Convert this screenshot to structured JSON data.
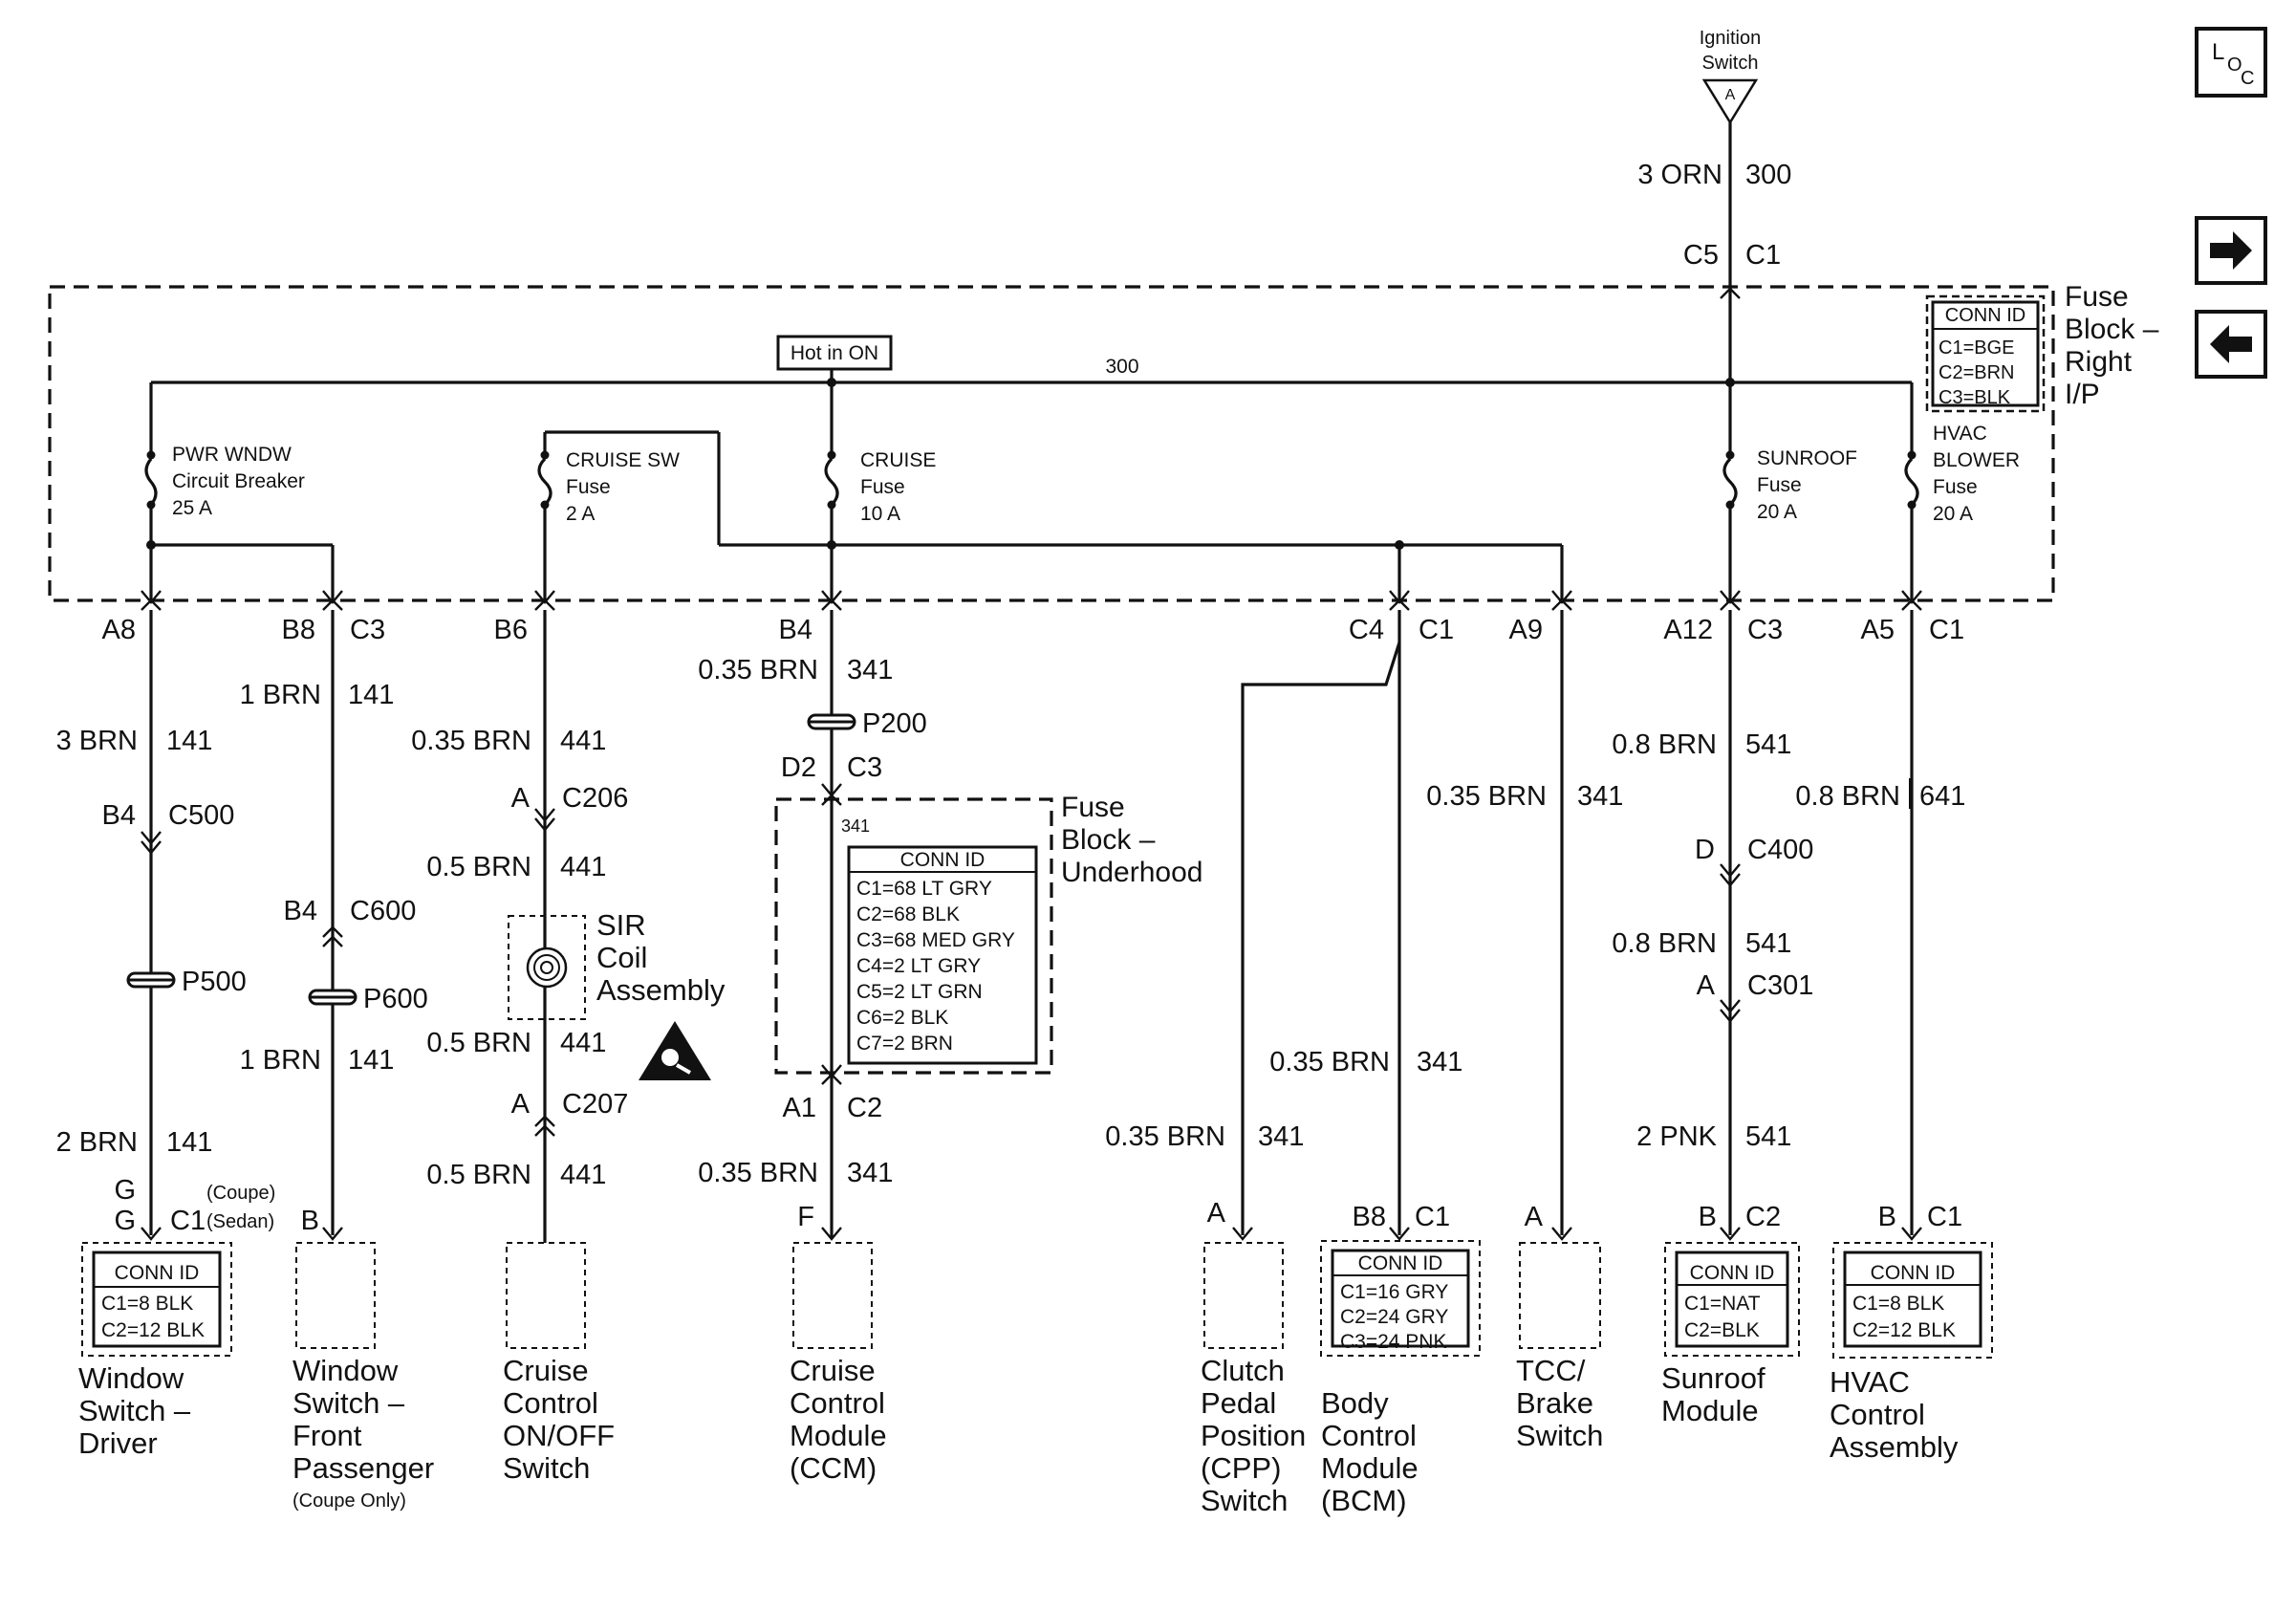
{
  "ignition": {
    "line1": "Ignition",
    "line2": "Switch",
    "pin": "A"
  },
  "wires": {
    "ign_size": "3 ORN",
    "ign_circuit": "300",
    "bus_circuit": "300",
    "a8_size": "3 BRN",
    "a8_circuit": "141",
    "a8_low_size": "2 BRN",
    "a8_low_circuit": "141",
    "b8_size": "1 BRN",
    "b8_circuit": "141",
    "b8_low_size": "1 BRN",
    "b8_low_circuit": "141",
    "b6_size": "0.35 BRN",
    "b6_circuit": "441",
    "b6_mid_size": "0.5 BRN",
    "b6_mid_circuit": "441",
    "b6_coil_size": "0.5 BRN",
    "b6_coil_circuit": "441",
    "b6_low_size": "0.5 BRN",
    "b6_low_circuit": "441",
    "b4_size": "0.35 BRN",
    "b4_circuit": "341",
    "uh_inner_circuit": "341",
    "ccm_size": "0.35 BRN",
    "ccm_circuit": "341",
    "cpp_size": "0.35 BRN",
    "cpp_circuit": "341",
    "bcm_size": "0.35 BRN",
    "bcm_circuit": "341",
    "tcc_size": "0.35 BRN",
    "tcc_circuit": "341",
    "sun_size": "0.8 BRN",
    "sun_circuit": "541",
    "sun_mid_size": "0.8 BRN",
    "sun_mid_circuit": "541",
    "sun_low_size": "2 PNK",
    "sun_low_circuit": "541",
    "hvac_size": "0.8 BRN",
    "hvac_circuit": "641"
  },
  "connectors": {
    "top_c5": "C5",
    "top_c1": "C1",
    "a8": "A8",
    "b8": "B8",
    "c3": "C3",
    "b6": "B6",
    "b4": "B4",
    "c4": "C4",
    "c4_c1": "C1",
    "a9": "A9",
    "a12": "A12",
    "a12_c3": "C3",
    "a5": "A5",
    "a5_c1": "C1",
    "c500_pin": "B4",
    "c500": "C500",
    "c600_pin": "B4",
    "c600": "C600",
    "c206_pin": "A",
    "c206": "C206",
    "c207_pin": "A",
    "c207": "C207",
    "d2": "D2",
    "d2_c3": "C3",
    "a1": "A1",
    "a1_c2": "C2",
    "ccm_pin": "F",
    "c400_pin": "D",
    "c400": "C400",
    "c301_pin": "A",
    "c301": "C301",
    "wd_pin1": "G",
    "wd_pin2": "G",
    "wd_c1": "C1",
    "wd_coupe": "(Coupe)",
    "wd_sedan": "(Sedan)",
    "wp_pin": "B",
    "cpp_pin": "A",
    "bcm_pin": "B8",
    "bcm_c1": "C1",
    "tcc_pin": "A",
    "sun_pin": "B",
    "sun_c2": "C2",
    "hvac_pin": "B",
    "hvac_c1": "C1"
  },
  "splices": {
    "p200": "P200",
    "p500": "P500",
    "p600": "P600"
  },
  "hot_label": "Hot in ON",
  "fuse_block_right": {
    "label": [
      "Fuse",
      "Block –",
      "Right",
      "I/P"
    ],
    "conn_id_title": "CONN ID",
    "conn_id": [
      "C1=BGE",
      "C2=BRN",
      "C3=BLK"
    ]
  },
  "fuses": {
    "pwr_wndw": [
      "PWR WNDW",
      "Circuit Breaker",
      "25 A"
    ],
    "cruise_sw": [
      "CRUISE SW",
      "Fuse",
      "2 A"
    ],
    "cruise": [
      "CRUISE",
      "Fuse",
      "10 A"
    ],
    "sunroof": [
      "SUNROOF",
      "Fuse",
      "20 A"
    ],
    "hvac": [
      "HVAC",
      "BLOWER",
      "Fuse",
      "20 A"
    ]
  },
  "fuse_block_underhood": {
    "label": [
      "Fuse",
      "Block –",
      "Underhood"
    ],
    "conn_id_title": "CONN ID",
    "conn_id": [
      "C1=68 LT GRY",
      "C2=68 BLK",
      "C3=68 MED GRY",
      "C4=2 LT GRY",
      "C5=2 LT GRN",
      "C6=2 BLK",
      "C7=2 BRN"
    ]
  },
  "sir_coil": [
    "SIR",
    "Coil",
    "Assembly"
  ],
  "components": {
    "window_driver": {
      "name": [
        "Window",
        "Switch –",
        "Driver"
      ],
      "conn_id_title": "CONN ID",
      "conn_id": [
        "C1=8 BLK",
        "C2=12 BLK"
      ]
    },
    "window_passenger": {
      "name": [
        "Window",
        "Switch –",
        "Front",
        "Passenger"
      ],
      "note": "(Coupe Only)"
    },
    "cruise_switch": {
      "name": [
        "Cruise",
        "Control",
        "ON/OFF",
        "Switch"
      ]
    },
    "ccm": {
      "name": [
        "Cruise",
        "Control",
        "Module",
        "(CCM)"
      ]
    },
    "cpp": {
      "name": [
        "Clutch",
        "Pedal",
        "Position",
        "(CPP)",
        "Switch"
      ]
    },
    "bcm": {
      "name": [
        "Body",
        "Control",
        "Module",
        "(BCM)"
      ],
      "conn_id_title": "CONN ID",
      "conn_id": [
        "C1=16 GRY",
        "C2=24 GRY",
        "C3=24 PNK"
      ]
    },
    "tcc": {
      "name": [
        "TCC/",
        "Brake",
        "Switch"
      ]
    },
    "sunroof": {
      "name": [
        "Sunroof",
        "Module"
      ],
      "conn_id_title": "CONN ID",
      "conn_id": [
        "C1=NAT",
        "C2=BLK"
      ]
    },
    "hvac": {
      "name": [
        "HVAC",
        "Control",
        "Assembly"
      ],
      "conn_id_title": "CONN ID",
      "conn_id": [
        "C1=8 BLK",
        "C2=12 BLK"
      ]
    }
  },
  "nav": {
    "loc_main": "L",
    "loc_sub": "O",
    "loc_sub2": "C",
    "next": "→",
    "prev": "←"
  }
}
